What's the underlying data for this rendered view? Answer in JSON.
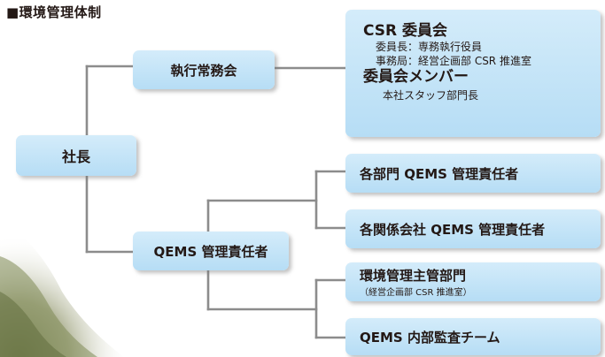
{
  "heading": "■環境管理体制",
  "nodes": {
    "president": "社長",
    "executive_board": "執行常務会",
    "qems_manager": "QEMS 管理責任者",
    "committee": {
      "title": "CSR 委員会",
      "chair": "委員長：専務執行役員",
      "secretariat": "事務局：経営企画部 CSR 推進室",
      "members_title": "委員会メンバー",
      "members": "本社スタッフ部門長"
    },
    "dept_qems": "各部門 QEMS 管理責任者",
    "affiliate_qems": "各関係会社 QEMS 管理責任者",
    "env_dept": {
      "label": "環境管理主管部門",
      "note": "（経営企画部 CSR 推進室）"
    },
    "audit_team": "QEMS 内部監査チーム"
  },
  "colors": {
    "box_fill": "#c4e4f7",
    "connector": "#8c8c8c",
    "text": "#231815"
  }
}
